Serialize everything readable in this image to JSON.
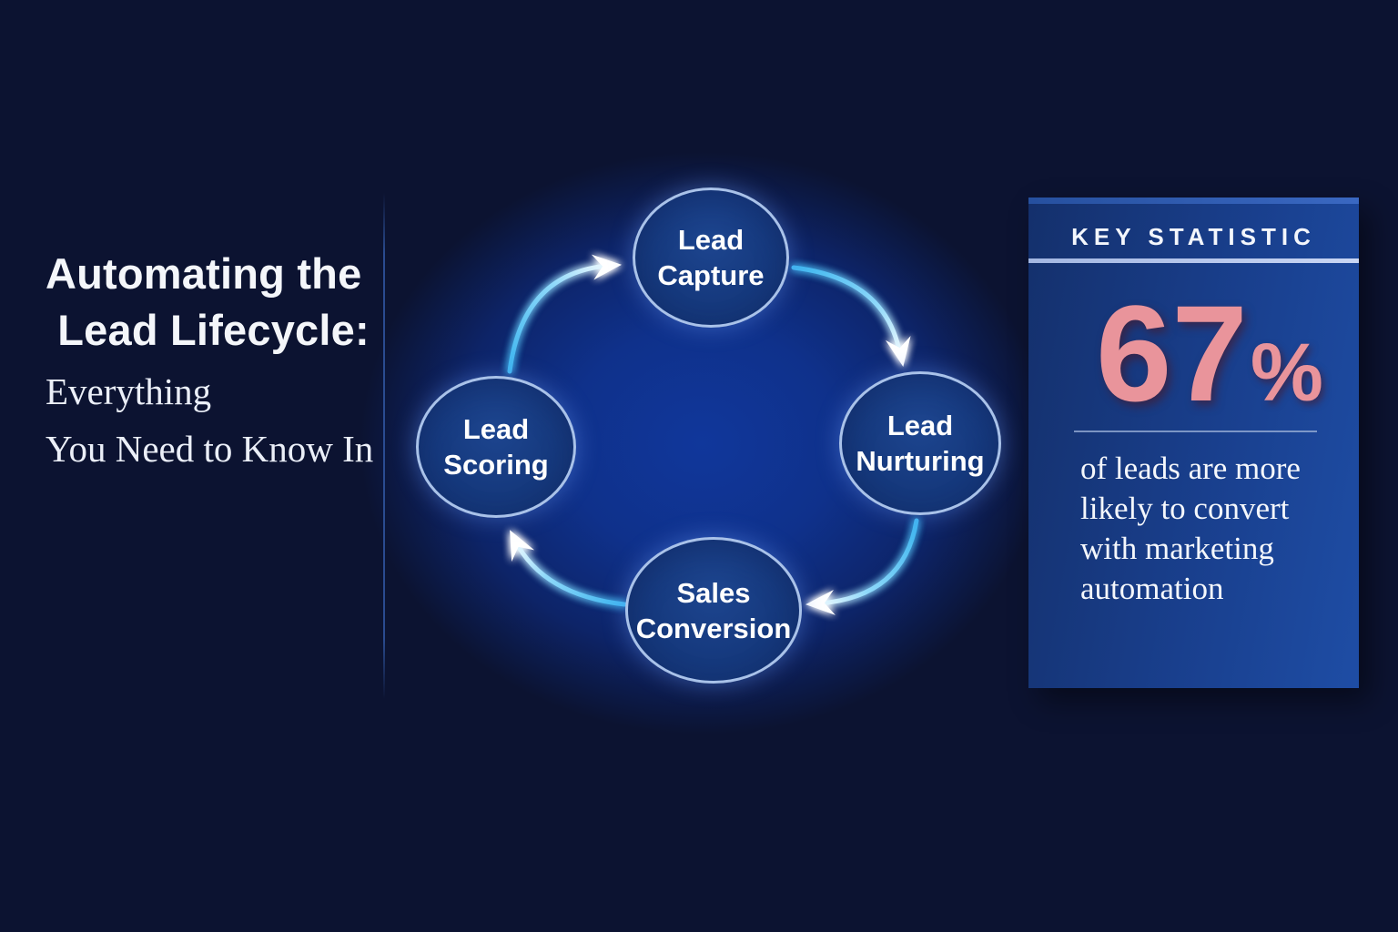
{
  "page": {
    "background_color": "#0c1331",
    "glow_color": "#10379b"
  },
  "title": {
    "bold": "Automating the\n Lead Lifecycle:",
    "light": "Everything\nYou Need to Know In"
  },
  "cycle": {
    "flow": "clockwise",
    "node_border_color": "#a9c2e9",
    "node_fill_color": "#163a7f",
    "arrow_color": "#45c2f5",
    "nodes": [
      {
        "id": "lead-capture",
        "label": "Lead\nCapture"
      },
      {
        "id": "lead-nurturing",
        "label": "Lead\nNurturing"
      },
      {
        "id": "sales-conversion",
        "label": "Sales\nConversion"
      },
      {
        "id": "lead-scoring",
        "label": "Lead\nScoring"
      }
    ]
  },
  "stat_panel": {
    "header": "KEY STATISTIC",
    "value": "67",
    "unit": "%",
    "value_color": "#e9949b",
    "panel_gradient_start": "#14306c",
    "panel_gradient_end": "#1e4da5",
    "description": "of leads are more\nlikely to convert\nwith marketing\nautomation"
  }
}
